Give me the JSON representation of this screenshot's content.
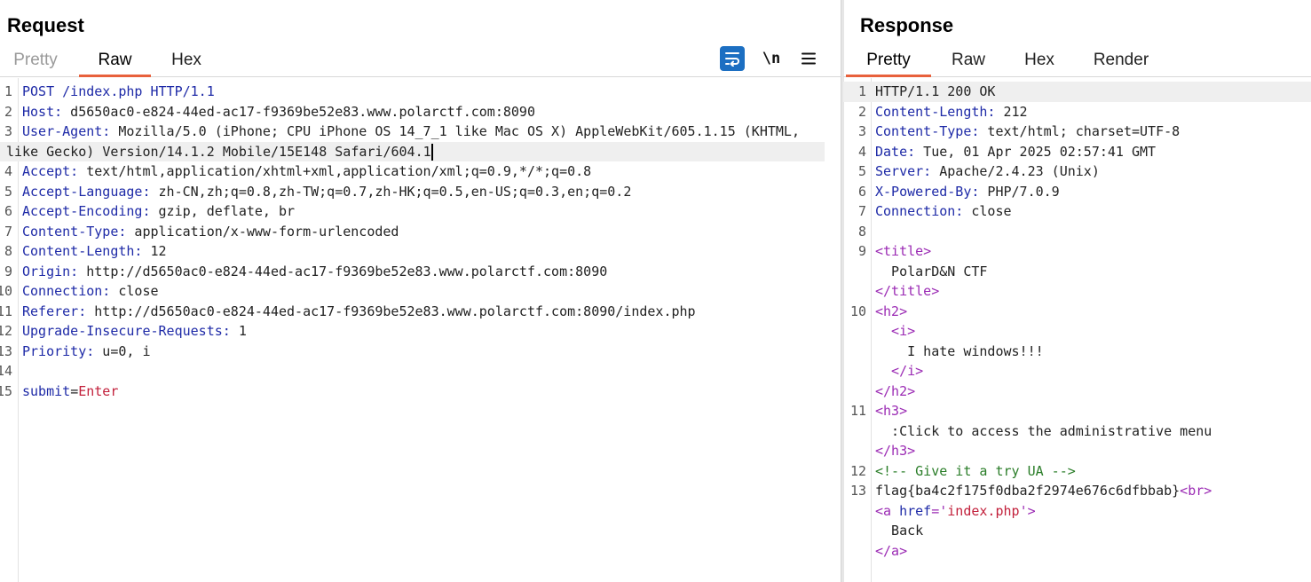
{
  "request": {
    "title": "Request",
    "tabs": [
      "Pretty",
      "Raw",
      "Hex"
    ],
    "active_tab": "Raw",
    "toolbar": {
      "wrap_icon": "wrap-lines-icon",
      "newline_label": "\\n",
      "menu_icon": "hamburger-menu-icon"
    },
    "lines": [
      {
        "n": "1",
        "k": "POST /index.php HTTP/1.1",
        "v": ""
      },
      {
        "n": "2",
        "k": "Host:",
        "v": " d5650ac0-e824-44ed-ac17-f9369be52e83.www.polarctf.com:8090"
      },
      {
        "n": "3",
        "k": "User-Agent:",
        "v": " Mozilla/5.0 (iPhone; CPU iPhone OS 14_7_1 like Mac OS X) AppleWebKit/605.1.15 (KHTML,"
      },
      {
        "n": "",
        "k": "",
        "v": "like Gecko) Version/14.1.2 Mobile/15E148 Safari/604.1"
      },
      {
        "n": "4",
        "k": "Accept:",
        "v": " text/html,application/xhtml+xml,application/xml;q=0.9,*/*;q=0.8"
      },
      {
        "n": "5",
        "k": "Accept-Language:",
        "v": " zh-CN,zh;q=0.8,zh-TW;q=0.7,zh-HK;q=0.5,en-US;q=0.3,en;q=0.2"
      },
      {
        "n": "6",
        "k": "Accept-Encoding:",
        "v": " gzip, deflate, br"
      },
      {
        "n": "7",
        "k": "Content-Type:",
        "v": " application/x-www-form-urlencoded"
      },
      {
        "n": "8",
        "k": "Content-Length:",
        "v": " 12"
      },
      {
        "n": "9",
        "k": "Origin:",
        "v": " http://d5650ac0-e824-44ed-ac17-f9369be52e83.www.polarctf.com:8090"
      },
      {
        "n": "10",
        "k": "Connection:",
        "v": " close"
      },
      {
        "n": "11",
        "k": "Referer:",
        "v": " http://d5650ac0-e824-44ed-ac17-f9369be52e83.www.polarctf.com:8090/index.php"
      },
      {
        "n": "12",
        "k": "Upgrade-Insecure-Requests:",
        "v": " 1"
      },
      {
        "n": "13",
        "k": "Priority:",
        "v": " u=0, i"
      },
      {
        "n": "14",
        "k": "",
        "v": ""
      },
      {
        "n": "15",
        "k": "submit",
        "v": "=",
        "bv": "Enter"
      }
    ]
  },
  "response": {
    "title": "Response",
    "tabs": [
      "Pretty",
      "Raw",
      "Hex",
      "Render"
    ],
    "active_tab": "Pretty",
    "lines": [
      {
        "n": "1",
        "parts": [
          [
            "v",
            "HTTP/1.1 200 OK"
          ]
        ]
      },
      {
        "n": "2",
        "parts": [
          [
            "k",
            "Content-Length:"
          ],
          [
            "v",
            " 212"
          ]
        ]
      },
      {
        "n": "3",
        "parts": [
          [
            "k",
            "Content-Type:"
          ],
          [
            "v",
            " text/html; charset=UTF-8"
          ]
        ]
      },
      {
        "n": "4",
        "parts": [
          [
            "k",
            "Date:"
          ],
          [
            "v",
            " Tue, 01 Apr 2025 02:57:41 GMT"
          ]
        ]
      },
      {
        "n": "5",
        "parts": [
          [
            "k",
            "Server:"
          ],
          [
            "v",
            " Apache/2.4.23 (Unix)"
          ]
        ]
      },
      {
        "n": "6",
        "parts": [
          [
            "k",
            "X-Powered-By:"
          ],
          [
            "v",
            " PHP/7.0.9"
          ]
        ]
      },
      {
        "n": "7",
        "parts": [
          [
            "k",
            "Connection:"
          ],
          [
            "v",
            " close"
          ]
        ]
      },
      {
        "n": "8",
        "parts": []
      },
      {
        "n": "9",
        "parts": [
          [
            "t",
            "<title>"
          ]
        ]
      },
      {
        "n": "",
        "parts": [
          [
            "v",
            "  PolarD&N CTF"
          ]
        ]
      },
      {
        "n": "",
        "parts": [
          [
            "t",
            "</title>"
          ]
        ]
      },
      {
        "n": "10",
        "parts": [
          [
            "t",
            "<h2>"
          ]
        ]
      },
      {
        "n": "",
        "parts": [
          [
            "t",
            "  <i>"
          ]
        ]
      },
      {
        "n": "",
        "parts": [
          [
            "v",
            "    I hate windows!!!"
          ]
        ]
      },
      {
        "n": "",
        "parts": [
          [
            "t",
            "  </i>"
          ]
        ]
      },
      {
        "n": "",
        "parts": [
          [
            "t",
            "</h2>"
          ]
        ]
      },
      {
        "n": "11",
        "parts": [
          [
            "t",
            "<h3>"
          ]
        ]
      },
      {
        "n": "",
        "parts": [
          [
            "v",
            "  :Click to access the administrative menu"
          ]
        ]
      },
      {
        "n": "",
        "parts": [
          [
            "t",
            "</h3>"
          ]
        ]
      },
      {
        "n": "12",
        "parts": [
          [
            "c",
            "<!-- Give it a try UA -->"
          ]
        ]
      },
      {
        "n": "13",
        "parts": [
          [
            "v",
            "flag{ba4c2f175f0dba2f2974e676c6dfbbab}"
          ],
          [
            "t",
            "<br>"
          ]
        ]
      },
      {
        "n": "",
        "parts": [
          [
            "t",
            "<a "
          ],
          [
            "k",
            "href"
          ],
          [
            "t",
            "='"
          ],
          [
            "a",
            "index.php"
          ],
          [
            "t",
            "'>"
          ]
        ]
      },
      {
        "n": "",
        "parts": [
          [
            "v",
            "  Back"
          ]
        ]
      },
      {
        "n": "",
        "parts": [
          [
            "t",
            "</a>"
          ]
        ]
      }
    ]
  }
}
